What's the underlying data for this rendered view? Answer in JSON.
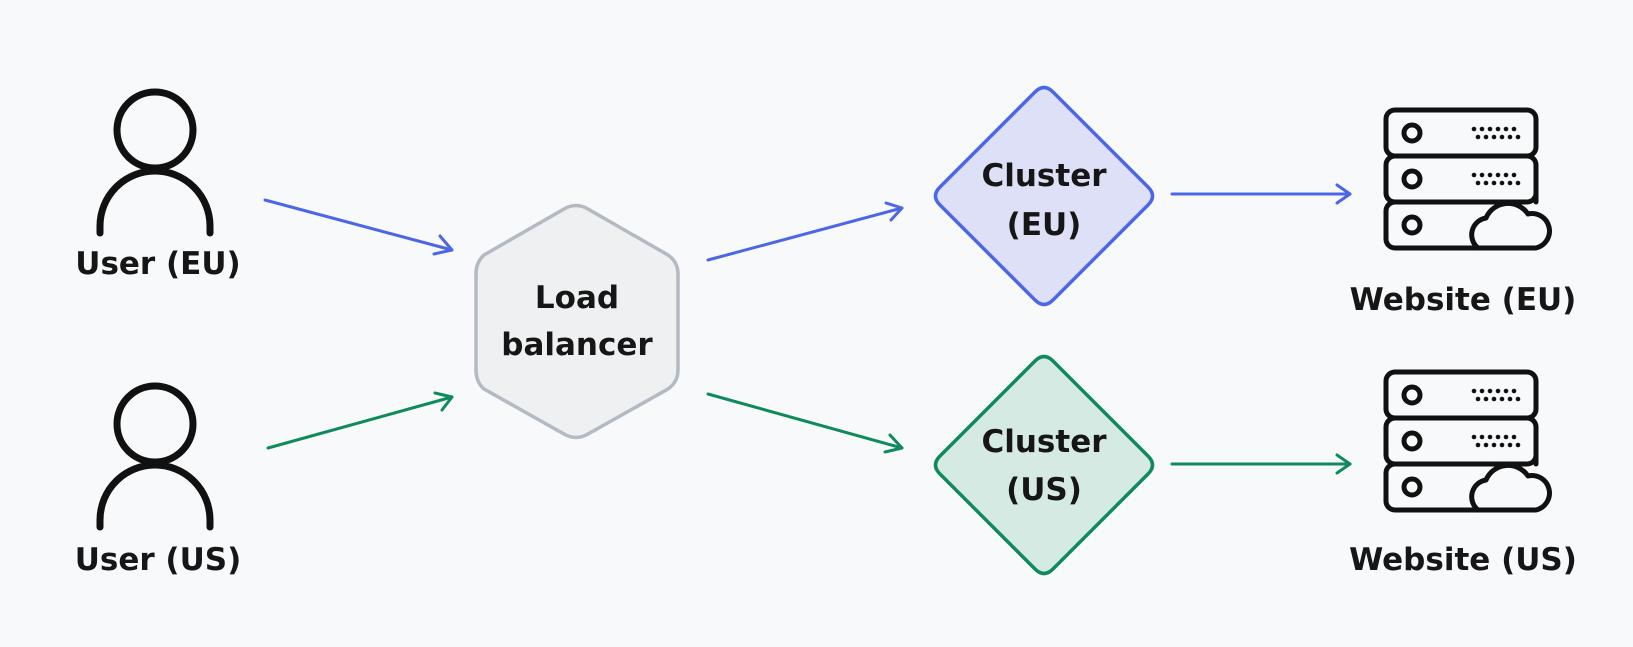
{
  "nodes": {
    "user_eu": {
      "label": "User (EU)",
      "icon": "user-icon"
    },
    "user_us": {
      "label": "User (US)",
      "icon": "user-icon"
    },
    "load_balancer": {
      "line1": "Load",
      "line2": "balancer",
      "fill": "#eef0f2",
      "stroke": "#b3bac2"
    },
    "cluster_eu": {
      "line1": "Cluster",
      "line2": "(EU)",
      "fill": "#dee0f7",
      "stroke": "#4c67e6"
    },
    "cluster_us": {
      "line1": "Cluster",
      "line2": "(US)",
      "fill": "#d5eae2",
      "stroke": "#108a5c"
    },
    "website_eu": {
      "label": "Website (EU)",
      "icon": "server-cloud-icon"
    },
    "website_us": {
      "label": "Website (US)",
      "icon": "server-cloud-icon"
    }
  },
  "edges": [
    {
      "from": "User (EU)",
      "to": "Load balancer",
      "color": "#4c67e6"
    },
    {
      "from": "User (US)",
      "to": "Load balancer",
      "color": "#108a5c"
    },
    {
      "from": "Load balancer",
      "to": "Cluster (EU)",
      "color": "#4c67e6"
    },
    {
      "from": "Load balancer",
      "to": "Cluster (US)",
      "color": "#108a5c"
    },
    {
      "from": "Cluster (EU)",
      "to": "Website (EU)",
      "color": "#4c67e6"
    },
    {
      "from": "Cluster (US)",
      "to": "Website (US)",
      "color": "#108a5c"
    }
  ],
  "colors": {
    "background": "#f8f9fb",
    "eu": "#4c67e6",
    "us": "#108a5c",
    "icon": "#111111",
    "text": "#161616"
  }
}
